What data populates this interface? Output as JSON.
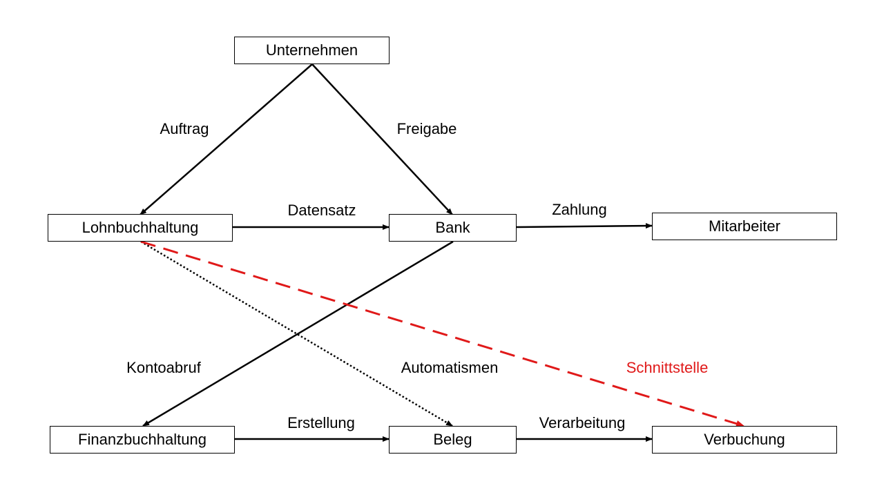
{
  "colors": {
    "line": "#000000",
    "accent_red": "#e01919",
    "background": "#ffffff"
  },
  "nodes": {
    "unternehmen": "Unternehmen",
    "lohnbuchhaltung": "Lohnbuchhaltung",
    "bank": "Bank",
    "mitarbeiter": "Mitarbeiter",
    "finanzbuchhaltung": "Finanzbuchhaltung",
    "beleg": "Beleg",
    "verbuchung": "Verbuchung"
  },
  "edges": [
    {
      "from": "Unternehmen",
      "to": "Lohnbuchhaltung",
      "label": "Auftrag",
      "style": "solid"
    },
    {
      "from": "Unternehmen",
      "to": "Bank",
      "label": "Freigabe",
      "style": "solid"
    },
    {
      "from": "Lohnbuchhaltung",
      "to": "Bank",
      "label": "Datensatz",
      "style": "solid"
    },
    {
      "from": "Bank",
      "to": "Mitarbeiter",
      "label": "Zahlung",
      "style": "solid"
    },
    {
      "from": "Bank",
      "to": "Finanzbuchhaltung",
      "label": "Kontoabruf",
      "style": "solid"
    },
    {
      "from": "Lohnbuchhaltung",
      "to": "Beleg",
      "label": "Automatismen",
      "style": "dotted"
    },
    {
      "from": "Lohnbuchhaltung",
      "to": "Verbuchung",
      "label": "Schnittstelle",
      "style": "dashed-red"
    },
    {
      "from": "Finanzbuchhaltung",
      "to": "Beleg",
      "label": "Erstellung",
      "style": "solid"
    },
    {
      "from": "Beleg",
      "to": "Verbuchung",
      "label": "Verarbeitung",
      "style": "solid"
    }
  ],
  "labels": {
    "auftrag": "Auftrag",
    "freigabe": "Freigabe",
    "datensatz": "Datensatz",
    "zahlung": "Zahlung",
    "kontoabruf": "Kontoabruf",
    "automatismen": "Automatismen",
    "schnittstelle": "Schnittstelle",
    "erstellung": "Erstellung",
    "verarbeitung": "Verarbeitung"
  }
}
